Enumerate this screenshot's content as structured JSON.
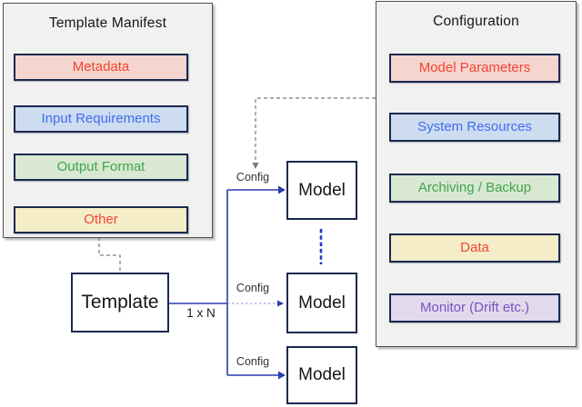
{
  "left_panel": {
    "title": "Template Manifest",
    "items": [
      {
        "label": "Metadata",
        "bg": "#f4d5cf",
        "color": "#f44530"
      },
      {
        "label": "Input Requirements",
        "bg": "#cedcf0",
        "color": "#3e6ef0"
      },
      {
        "label": "Output Format",
        "bg": "#d9e8d3",
        "color": "#3ea64b"
      },
      {
        "label": "Other",
        "bg": "#f4edc8",
        "color": "#f44530"
      }
    ]
  },
  "right_panel": {
    "title": "Configuration",
    "items": [
      {
        "label": "Model Parameters",
        "bg": "#f4d5cf",
        "color": "#f44530"
      },
      {
        "label": "System Resources",
        "bg": "#cedcf0",
        "color": "#3e6ef0"
      },
      {
        "label": "Archiving / Backup",
        "bg": "#d9e8d3",
        "color": "#3ea64b"
      },
      {
        "label": "Data",
        "bg": "#f4edc8",
        "color": "#f44530"
      },
      {
        "label": "Monitor (Drift etc.)",
        "bg": "#e1d9ec",
        "color": "#7c52c4"
      }
    ]
  },
  "nodes": {
    "template": "Template",
    "models": [
      "Model",
      "Model",
      "Model"
    ]
  },
  "edges": {
    "config_labels": [
      "Config",
      "Config",
      "Config"
    ],
    "multiplicity_label": "1 x N"
  },
  "colors": {
    "wire_blue": "#2a3cb0",
    "wire_blue_light": "#8d9ade",
    "wire_blue_dotted": "#2638c8",
    "wire_gray": "#7a7a7a",
    "box_border_navy": "#18294f"
  }
}
